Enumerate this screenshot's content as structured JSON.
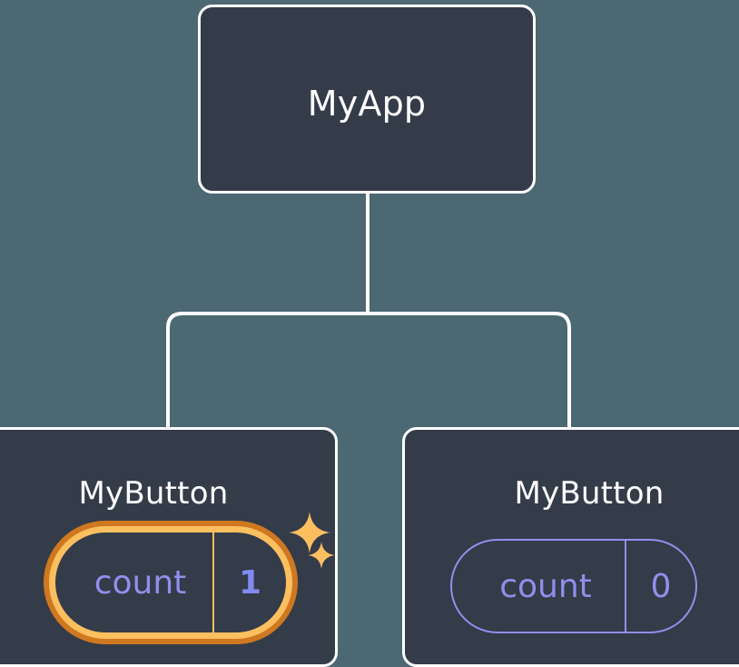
{
  "diagram": {
    "type": "component-tree",
    "background_color": "#4c6872",
    "node_fill_color": "#343b49",
    "node_border_color": "#ffffff",
    "connector_color": "#ffffff",
    "state_color": "#8f90ec",
    "highlight_outer_color": "#cf7820",
    "highlight_inner_color": "#fbbf60",
    "highlight_value_color": "#8289f0",
    "root": {
      "name": "root-node",
      "label": "MyApp"
    },
    "children": [
      {
        "name": "child-node-left",
        "label": "MyButton",
        "state": {
          "key": "count",
          "value": "1"
        },
        "highlighted": true,
        "sparkles": [
          "sparkle-large",
          "sparkle-small"
        ]
      },
      {
        "name": "child-node-right",
        "label": "MyButton",
        "state": {
          "key": "count",
          "value": "0"
        },
        "highlighted": false
      }
    ]
  }
}
